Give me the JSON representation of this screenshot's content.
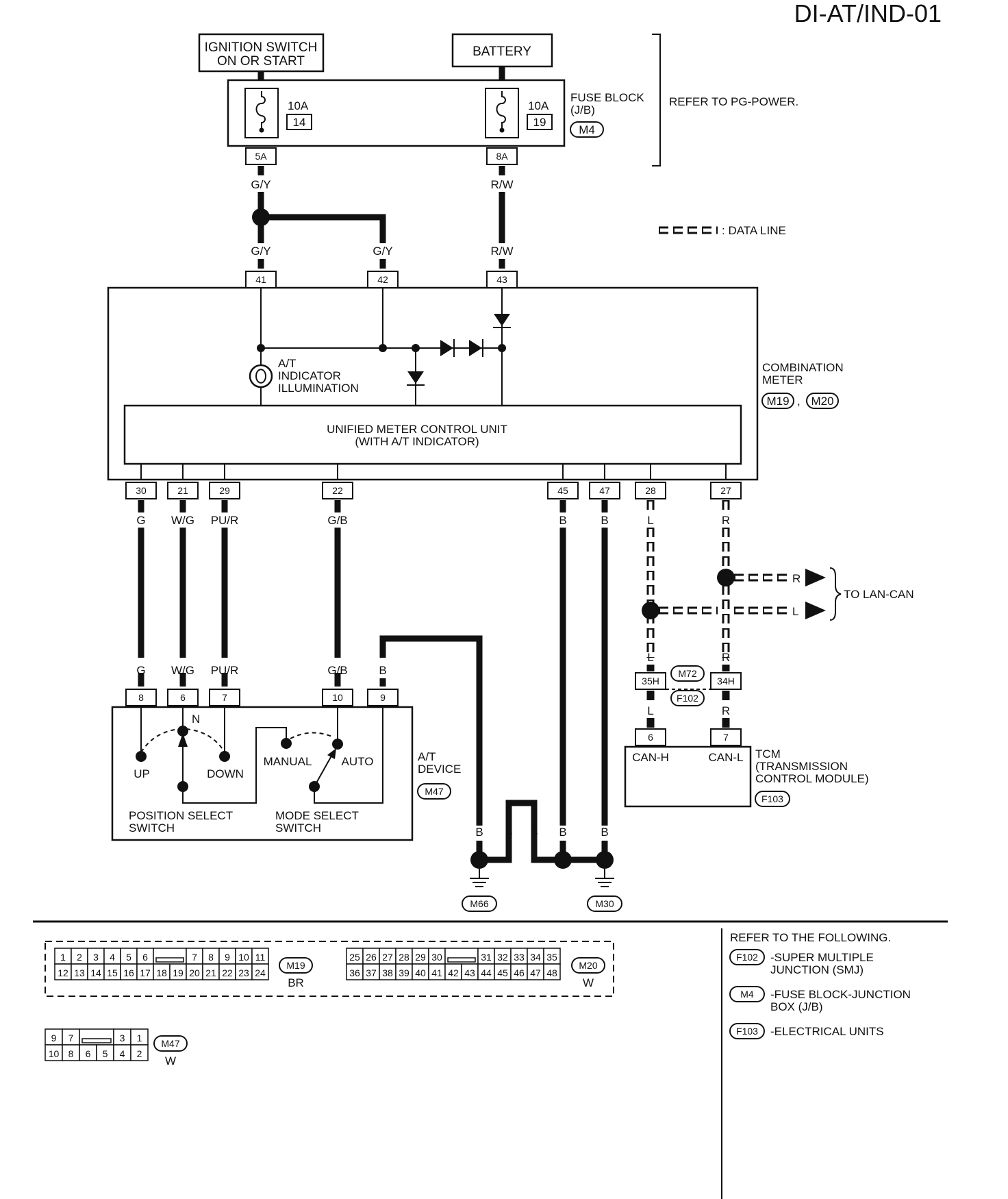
{
  "page_id": "DI-AT/IND-01",
  "ignition_switch": "IGNITION SWITCH\nON OR START",
  "battery": "BATTERY",
  "fuse_a_rating": "10A",
  "fuse_a_num": "14",
  "fuse_b_rating": "10A",
  "fuse_b_num": "19",
  "fuse_block_label": "FUSE BLOCK\n(J/B)",
  "fuse_block_conn": "M4",
  "refer_pg": "REFER TO PG-POWER.",
  "pin_5a": "5A",
  "pin_8a": "8A",
  "data_line_legend": ": DATA LINE",
  "wire_gy": "G/Y",
  "wire_rw": "R/W",
  "pins_top": [
    "41",
    "42",
    "43"
  ],
  "at_indicator": "A/T\nINDICATOR\nILLUMINATION",
  "combination_meter": "COMBINATION\nMETER",
  "combo_conn_1": "M19",
  "combo_conn_sep": ",",
  "combo_conn_2": "M20",
  "unified_unit": "UNIFIED METER CONTROL UNIT\n(WITH A/T INDICATOR)",
  "pins_bottom": [
    "30",
    "21",
    "29",
    "22",
    "45",
    "47",
    "28",
    "27"
  ],
  "wires_bottom": [
    "G",
    "W/G",
    "PU/R",
    "G/B",
    "B",
    "B",
    "L",
    "R"
  ],
  "lan_r": "R",
  "lan_l": "L",
  "to_lan_can": "TO LAN-CAN",
  "smj_pins": [
    "35H",
    "34H"
  ],
  "smj_conn_1": "M72",
  "smj_conn_2": "F102",
  "tcm_pins": [
    "6",
    "7"
  ],
  "can_h": "CAN-H",
  "can_l": "CAN-L",
  "tcm_label": "TCM\n(TRANSMISSION\nCONTROL MODULE)",
  "tcm_conn": "F103",
  "device_wires": [
    "G",
    "W/G",
    "PU/R",
    "G/B",
    "B"
  ],
  "device_pins": [
    "8",
    "6",
    "7",
    "10",
    "9"
  ],
  "sw_n": "N",
  "sw_up": "UP",
  "sw_down": "DOWN",
  "sw_manual": "MANUAL",
  "sw_auto": "AUTO",
  "position_switch": "POSITION SELECT\nSWITCH",
  "mode_switch": "MODE SELECT\nSWITCH",
  "at_device": "A/T\nDEVICE",
  "at_device_conn": "M47",
  "ground_wire": "B",
  "ground_1": "M66",
  "ground_2": "M30",
  "m19_row1": [
    "1",
    "2",
    "3",
    "4",
    "5",
    "6",
    "",
    "7",
    "8",
    "9",
    "10",
    "11"
  ],
  "m19_row2": [
    "12",
    "13",
    "14",
    "15",
    "16",
    "17",
    "18",
    "19",
    "20",
    "21",
    "22",
    "23",
    "24"
  ],
  "m19_id": "M19",
  "m19_color": "BR",
  "m20_row1": [
    "25",
    "26",
    "27",
    "28",
    "29",
    "30",
    "",
    "31",
    "32",
    "33",
    "34",
    "35"
  ],
  "m20_row2": [
    "36",
    "37",
    "38",
    "39",
    "40",
    "41",
    "42",
    "43",
    "44",
    "45",
    "46",
    "47",
    "48"
  ],
  "m20_id": "M20",
  "m20_color": "W",
  "m47_row1": [
    "9",
    "7",
    "",
    "3",
    "1"
  ],
  "m47_row2": [
    "10",
    "8",
    "6",
    "5",
    "4",
    "2"
  ],
  "m47_id": "M47",
  "m47_color": "W",
  "refer_following": "REFER TO THE FOLLOWING.",
  "ref_f102": "F102",
  "ref_f102_text": "-SUPER MULTIPLE\nJUNCTION (SMJ)",
  "ref_m4": "M4",
  "ref_m4_text": "-FUSE BLOCK-JUNCTION\nBOX (J/B)",
  "ref_f103": "F103",
  "ref_f103_text": "-ELECTRICAL UNITS"
}
